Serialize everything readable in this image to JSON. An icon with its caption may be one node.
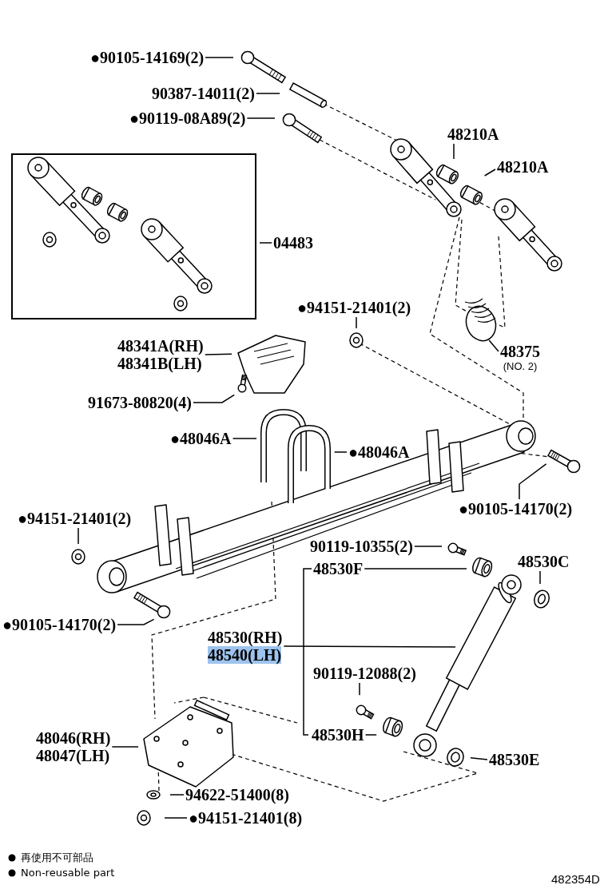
{
  "diagram": {
    "nodes": [
      {
        "text": [
          "●90105-14169(2)"
        ]
      },
      {
        "text": [
          "90387-14011(2)"
        ]
      },
      {
        "text": [
          "●90119-08A89(2)"
        ]
      },
      {
        "text": [
          "48210A"
        ]
      },
      {
        "text": [
          "48210A"
        ]
      },
      {
        "text": [],
        "shape": "box"
      },
      {
        "text": [
          "04483"
        ]
      },
      {
        "text": [
          "●94151-21401(2)"
        ]
      },
      {
        "text": [
          "48341A(RH)",
          "48341B(LH)"
        ]
      },
      {
        "text": [
          "48375"
        ],
        "beside": [
          "(NO. 2)"
        ]
      },
      {
        "text": [
          "91673-80820(4)"
        ]
      },
      {
        "text": [
          "●48046A"
        ]
      },
      {
        "text": [
          "●48046A"
        ]
      },
      {
        "text": [
          "●90105-14170(2)"
        ]
      },
      {
        "text": [
          "●94151-21401(2)"
        ]
      },
      {
        "text": [
          "90119-10355(2)"
        ]
      },
      {
        "text": [
          "48530C"
        ]
      },
      {
        "text": [
          "48530F"
        ]
      },
      {
        "text": [
          "●90105-14170(2)"
        ]
      },
      {
        "text": [
          "48530(RH)",
          "48540(LH)"
        ]
      },
      {
        "text": [
          "90119-12088(2)"
        ]
      },
      {
        "text": [
          "48530H"
        ]
      },
      {
        "text": [
          "48046(RH)",
          "48047(LH)"
        ]
      },
      {
        "text": [
          "48530E"
        ]
      },
      {
        "text": [
          "94622-51400(8)"
        ]
      },
      {
        "text": [
          "●94151-21401(8)"
        ]
      }
    ],
    "edges": [
      {
        "from": 0,
        "to": null,
        "arrow": "none"
      },
      {
        "from": 1,
        "to": null,
        "arrow": "none"
      },
      {
        "from": 2,
        "to": null,
        "arrow": "none"
      },
      {
        "from": 3,
        "to": null,
        "arrow": "none"
      },
      {
        "from": 4,
        "to": null,
        "arrow": "none"
      },
      {
        "from": 6,
        "to": 5,
        "arrow": "none"
      },
      {
        "from": 7,
        "to": null,
        "arrow": "none"
      },
      {
        "from": 8,
        "to": null,
        "arrow": "none"
      },
      {
        "from": 9,
        "to": null,
        "arrow": "none"
      },
      {
        "from": 10,
        "to": null,
        "arrow": "none"
      },
      {
        "from": 11,
        "to": null,
        "arrow": "none"
      },
      {
        "from": 12,
        "to": null,
        "arrow": "none"
      },
      {
        "from": 13,
        "to": null,
        "arrow": "none"
      },
      {
        "from": 14,
        "to": null,
        "arrow": "none"
      },
      {
        "from": 15,
        "to": null,
        "arrow": "none"
      },
      {
        "from": 16,
        "to": null,
        "arrow": "none"
      },
      {
        "from": 17,
        "to": null,
        "arrow": "none"
      },
      {
        "from": 17,
        "to": 21,
        "arrow": "none"
      },
      {
        "from": 18,
        "to": null,
        "arrow": "none"
      },
      {
        "from": 19,
        "to": null,
        "arrow": "none"
      },
      {
        "from": 20,
        "to": null,
        "arrow": "none"
      },
      {
        "from": 21,
        "to": null,
        "arrow": "none"
      },
      {
        "from": 22,
        "to": null,
        "arrow": "none"
      },
      {
        "from": 23,
        "to": null,
        "arrow": "none"
      },
      {
        "from": 24,
        "to": null,
        "arrow": "none"
      },
      {
        "from": 25,
        "to": null,
        "arrow": "none"
      }
    ],
    "labels": [
      "482354D"
    ],
    "legend": [
      {
        "text": "再使用不可部品"
      },
      {
        "text": "Non-reusable part"
      }
    ]
  }
}
